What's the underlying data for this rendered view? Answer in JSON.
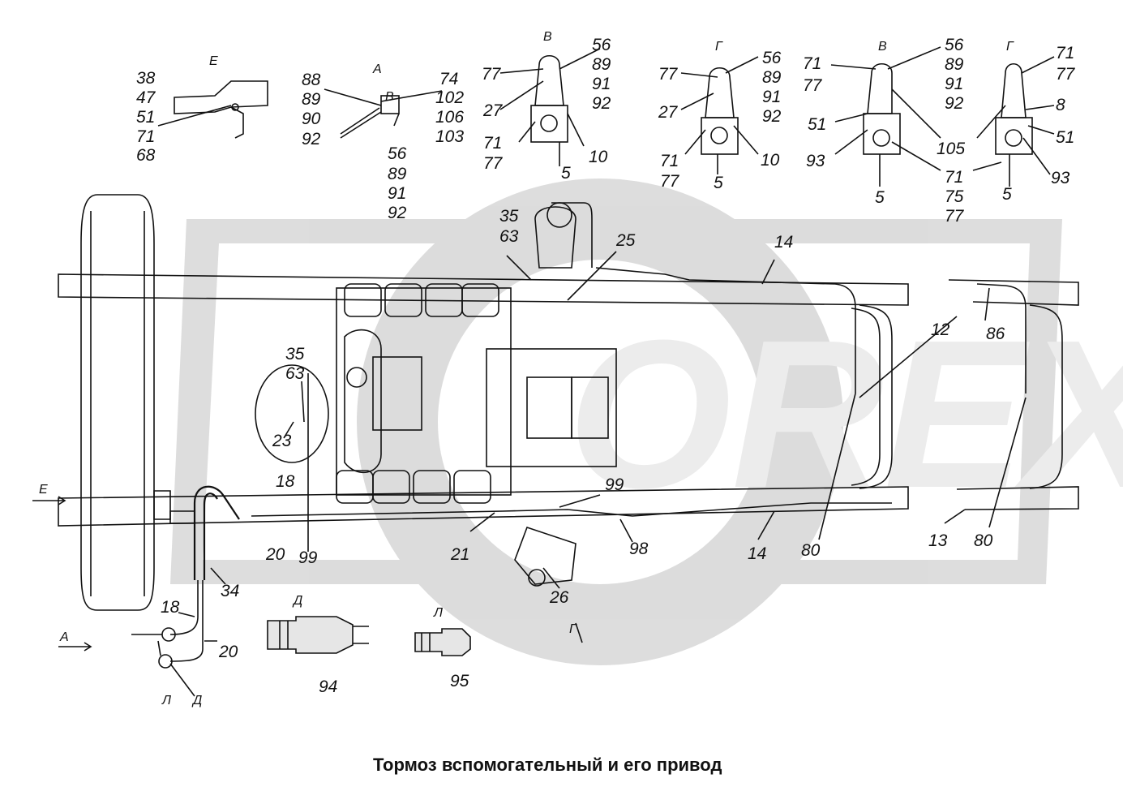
{
  "caption": "Тормоз вспомогательный и его привод",
  "watermark": "OREX",
  "views": {
    "E": "Е",
    "A": "А",
    "V": "В",
    "G": "Г",
    "D": "Д",
    "L": "Л"
  },
  "detail_e": [
    "38",
    "47",
    "51",
    "71",
    "68"
  ],
  "detail_a_left": [
    "88",
    "89",
    "90",
    "92"
  ],
  "detail_a_right": [
    "74",
    "102",
    "106",
    "103"
  ],
  "detail_a_bottom": [
    "56",
    "89",
    "91",
    "92"
  ],
  "detail_a_inner": "В",
  "detail_v1": {
    "right": [
      "56",
      "89",
      "91",
      "92"
    ],
    "left": [
      "77",
      "27",
      "71",
      "77"
    ],
    "bottom": [
      "10",
      "5"
    ]
  },
  "detail_g1": {
    "right": [
      "56",
      "89",
      "91",
      "92"
    ],
    "left": [
      "77",
      "27",
      "71",
      "77"
    ],
    "bottom": [
      "10",
      "5"
    ]
  },
  "detail_v2": {
    "right": [
      "56",
      "89",
      "91",
      "92"
    ],
    "left": [
      "71",
      "77",
      "51",
      "93"
    ],
    "other": [
      "105",
      "71",
      "75",
      "77",
      "5"
    ]
  },
  "detail_g2": {
    "right": [
      "71",
      "77",
      "8",
      "51",
      "93"
    ],
    "bottom": [
      "5"
    ]
  },
  "main_labels": {
    "n35a": "35",
    "n63a": "63",
    "n25": "25",
    "n14a": "14",
    "n12": "12",
    "n86": "86",
    "n35b": "35",
    "n63b": "63",
    "n23": "23",
    "n18a": "18",
    "n20a": "20",
    "n99a": "99",
    "n21": "21",
    "n99b": "99",
    "n98": "98",
    "n14b": "14",
    "n80a": "80",
    "n13": "13",
    "n80b": "80",
    "n26": "26",
    "n34": "34",
    "n18b": "18",
    "n20b": "20",
    "n94": "94",
    "n95": "95"
  }
}
